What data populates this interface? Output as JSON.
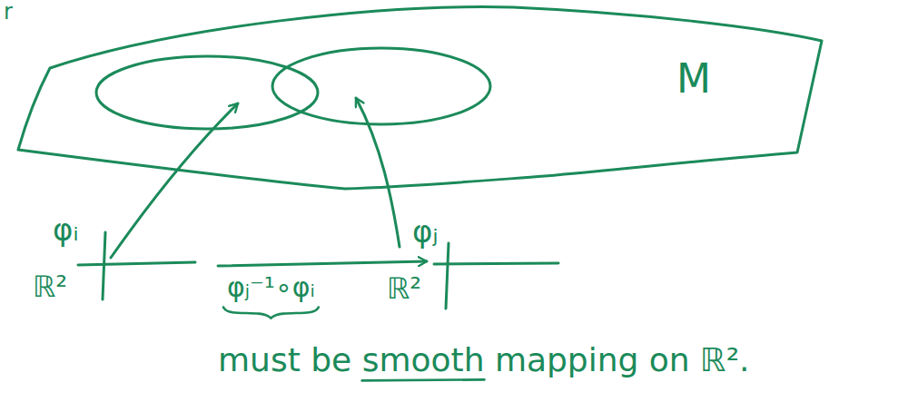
{
  "diagram": {
    "labels": [
      "r",
      "M",
      "φᵢ",
      "φⱼ",
      "ℝ²",
      "φⱼ⁻¹∘φᵢ",
      "ℝ²",
      "must be smooth mapping on ℝ²."
    ]
  }
}
